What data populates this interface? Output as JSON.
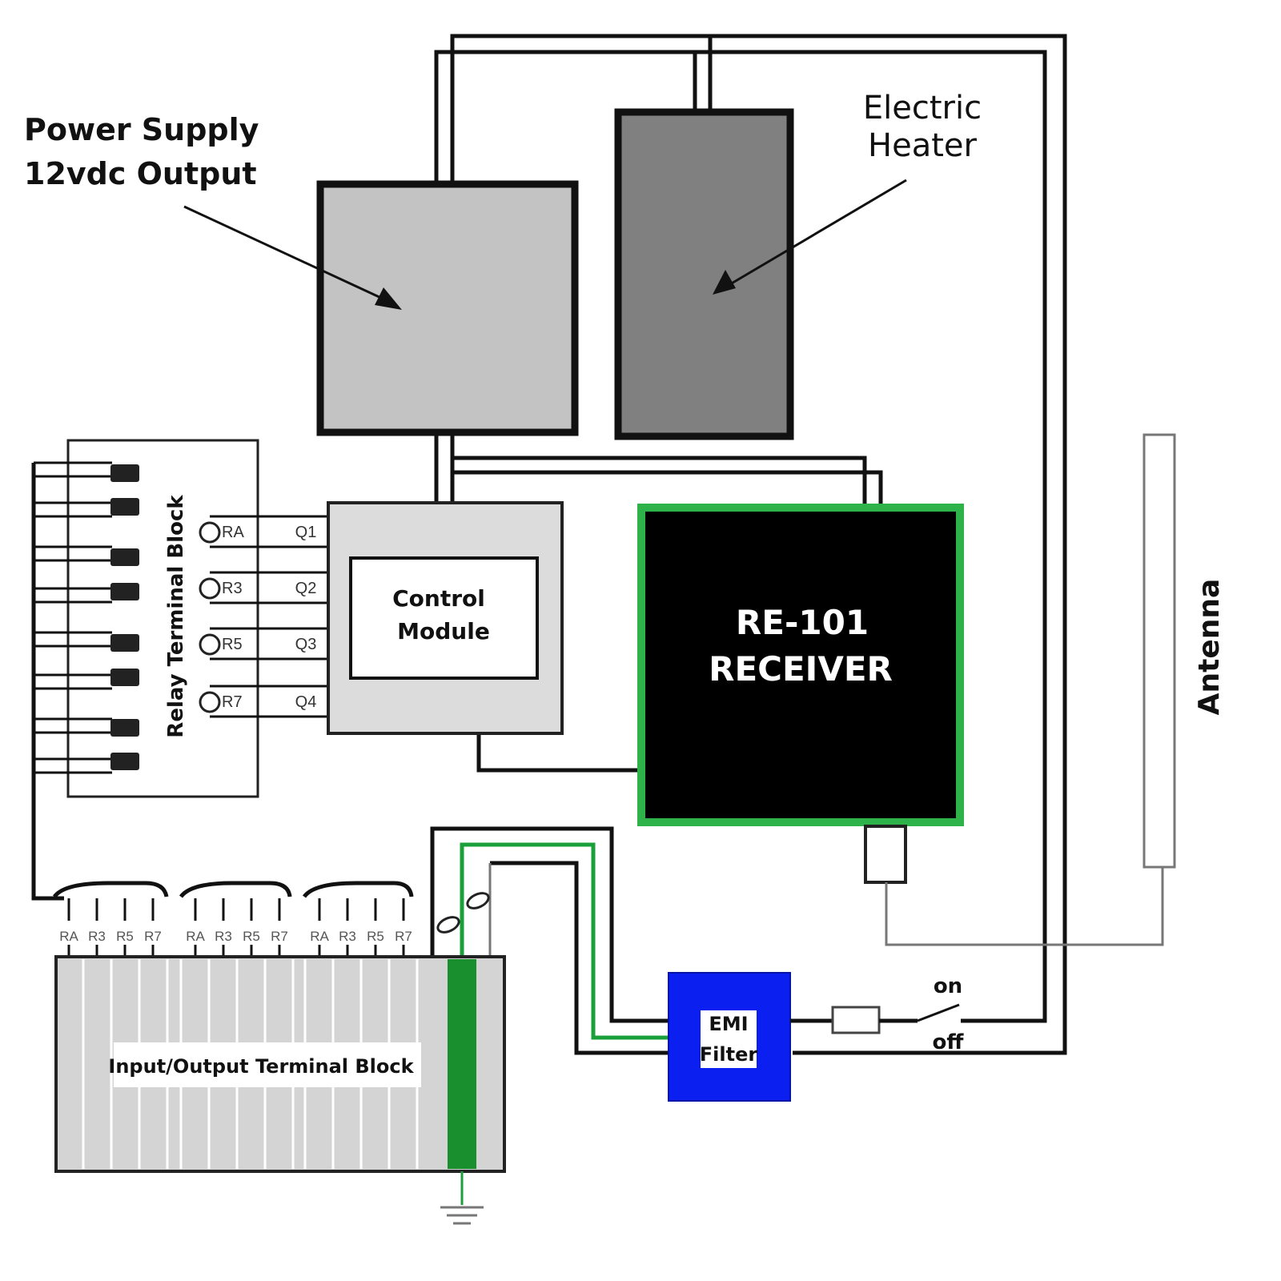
{
  "labels": {
    "power_supply_line1": "Power Supply",
    "power_supply_line2": "12vdc Output",
    "heater_line1": "Electric",
    "heater_line2": "Heater",
    "relay_block": "Relay Terminal Block",
    "control_line1": "Control",
    "control_line2": "Module",
    "receiver_line1": "RE-101",
    "receiver_line2": "RECEIVER",
    "antenna": "Antenna",
    "emi_line1": "EMI",
    "emi_line2": "Filter",
    "switch_on": "on",
    "switch_off": "off",
    "io_block": "Input/Output Terminal Block"
  },
  "relay_inputs": [
    "RA",
    "R3",
    "R5",
    "R7"
  ],
  "control_outputs": [
    "Q1",
    "Q2",
    "Q3",
    "Q4"
  ],
  "io_terminals": [
    "RA",
    "R3",
    "R5",
    "R7",
    "RA",
    "R3",
    "R5",
    "R7",
    "RA",
    "R3",
    "R5",
    "R7"
  ],
  "colors": {
    "power_supply": "#c3c3c3",
    "heater": "#808080",
    "control_module": "#dcdcdc",
    "receiver_fill": "#000000",
    "receiver_border": "#2db34a",
    "emi_filter": "#0a1ff0",
    "ground": "#1a8f2e",
    "io_block": "#d4d4d4"
  }
}
